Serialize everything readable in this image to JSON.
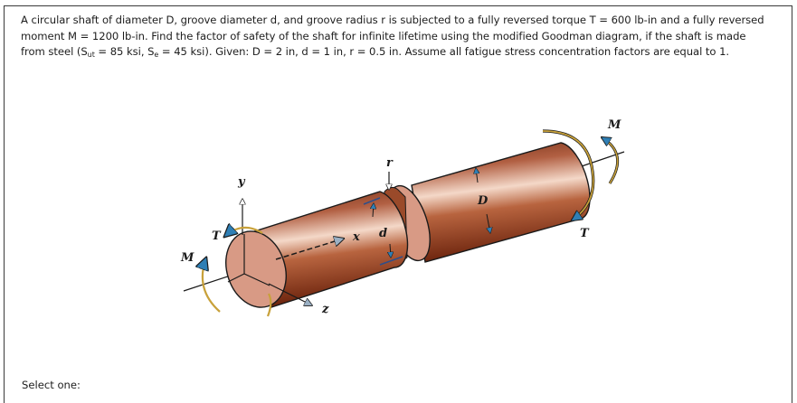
{
  "question": {
    "text_part1": "A circular shaft of diameter D, groove diameter d, and groove radius r is subjected to a fully reversed torque T = 600 lb-in and a fully reversed moment M = 1200 lb-in. Find the factor of safety of the shaft for infinite lifetime using the modified Goodman diagram, if the shaft is made from steel (S",
    "sub_ut": "ut",
    "text_part2": " = 85 ksi, S",
    "sub_e": "e",
    "text_part3": " = 45 ksi). Given: D = 2 in, d = 1 in, r = 0.5 in. Assume all fatigue stress concentration factors are equal to 1."
  },
  "figure": {
    "labels": {
      "y_axis": "y",
      "x_axis": "x",
      "z_axis": "z",
      "torque_left": "T",
      "moment_left": "M",
      "groove_radius": "r",
      "groove_diameter": "d",
      "shaft_diameter": "D",
      "moment_right": "M",
      "torque_right": "T"
    },
    "colors": {
      "shaft_dark": "#7a2e12",
      "shaft_mid": "#b5613e",
      "shaft_light": "#f3d2c0",
      "end_face": "#d89a85",
      "arrow_accent": "#2f7fb5",
      "moment_arc": "#c8a13a"
    }
  },
  "answer": {
    "select_label": "Select one:"
  }
}
